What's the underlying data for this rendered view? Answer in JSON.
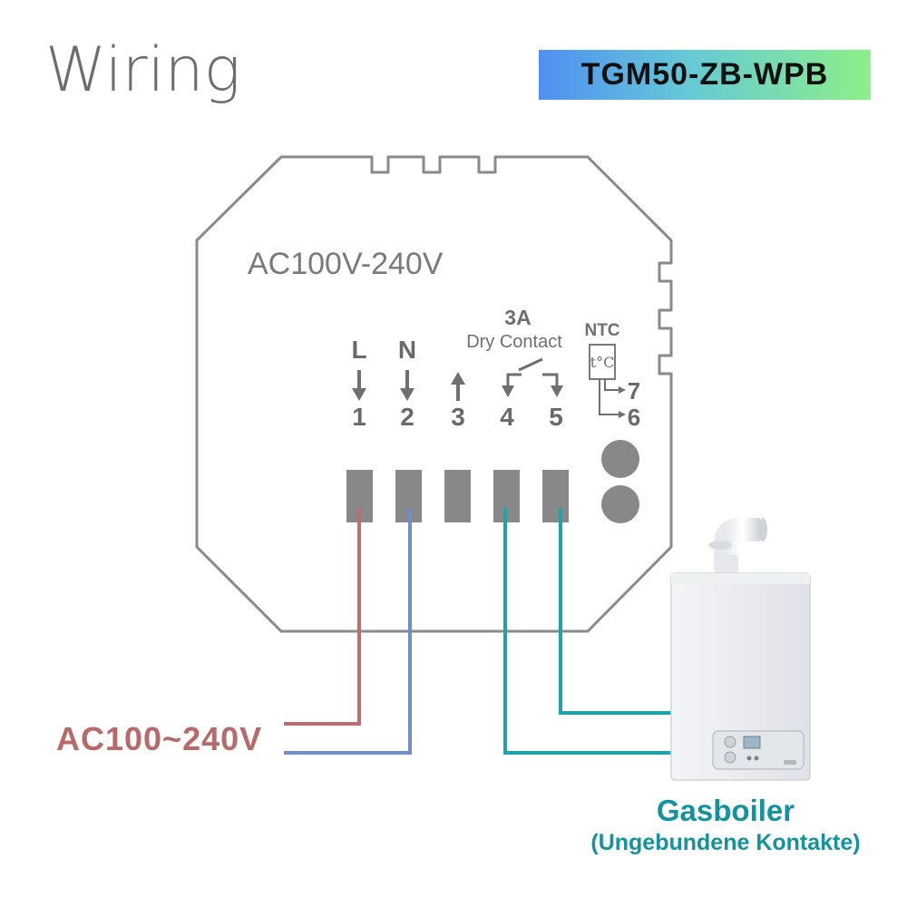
{
  "title": "Wiring",
  "model": "TGM50-ZB-WPB",
  "device": {
    "voltage": "AC100V-240V",
    "relay_current": "3A",
    "relay_type": "Dry Contact",
    "ntc_label": "NTC",
    "ntc_symbol": "t°C",
    "terminals": [
      {
        "letter": "L",
        "number": "1"
      },
      {
        "letter": "N",
        "number": "2"
      },
      {
        "letter": "",
        "number": "3"
      },
      {
        "letter": "",
        "number": "4"
      },
      {
        "letter": "",
        "number": "5"
      }
    ],
    "ntc_terminals": [
      "7",
      "6"
    ]
  },
  "supply_label": "AC100~240V",
  "boiler": {
    "name": "Gasboiler",
    "subtitle": "(Ungebundene Kontakte)"
  },
  "colors": {
    "outline": "#8a8a8a",
    "live_wire": "#b96f6f",
    "neutral_wire": "#6f8fc6",
    "contact_wire": "#1fa3ab",
    "terminal": "#888888"
  }
}
